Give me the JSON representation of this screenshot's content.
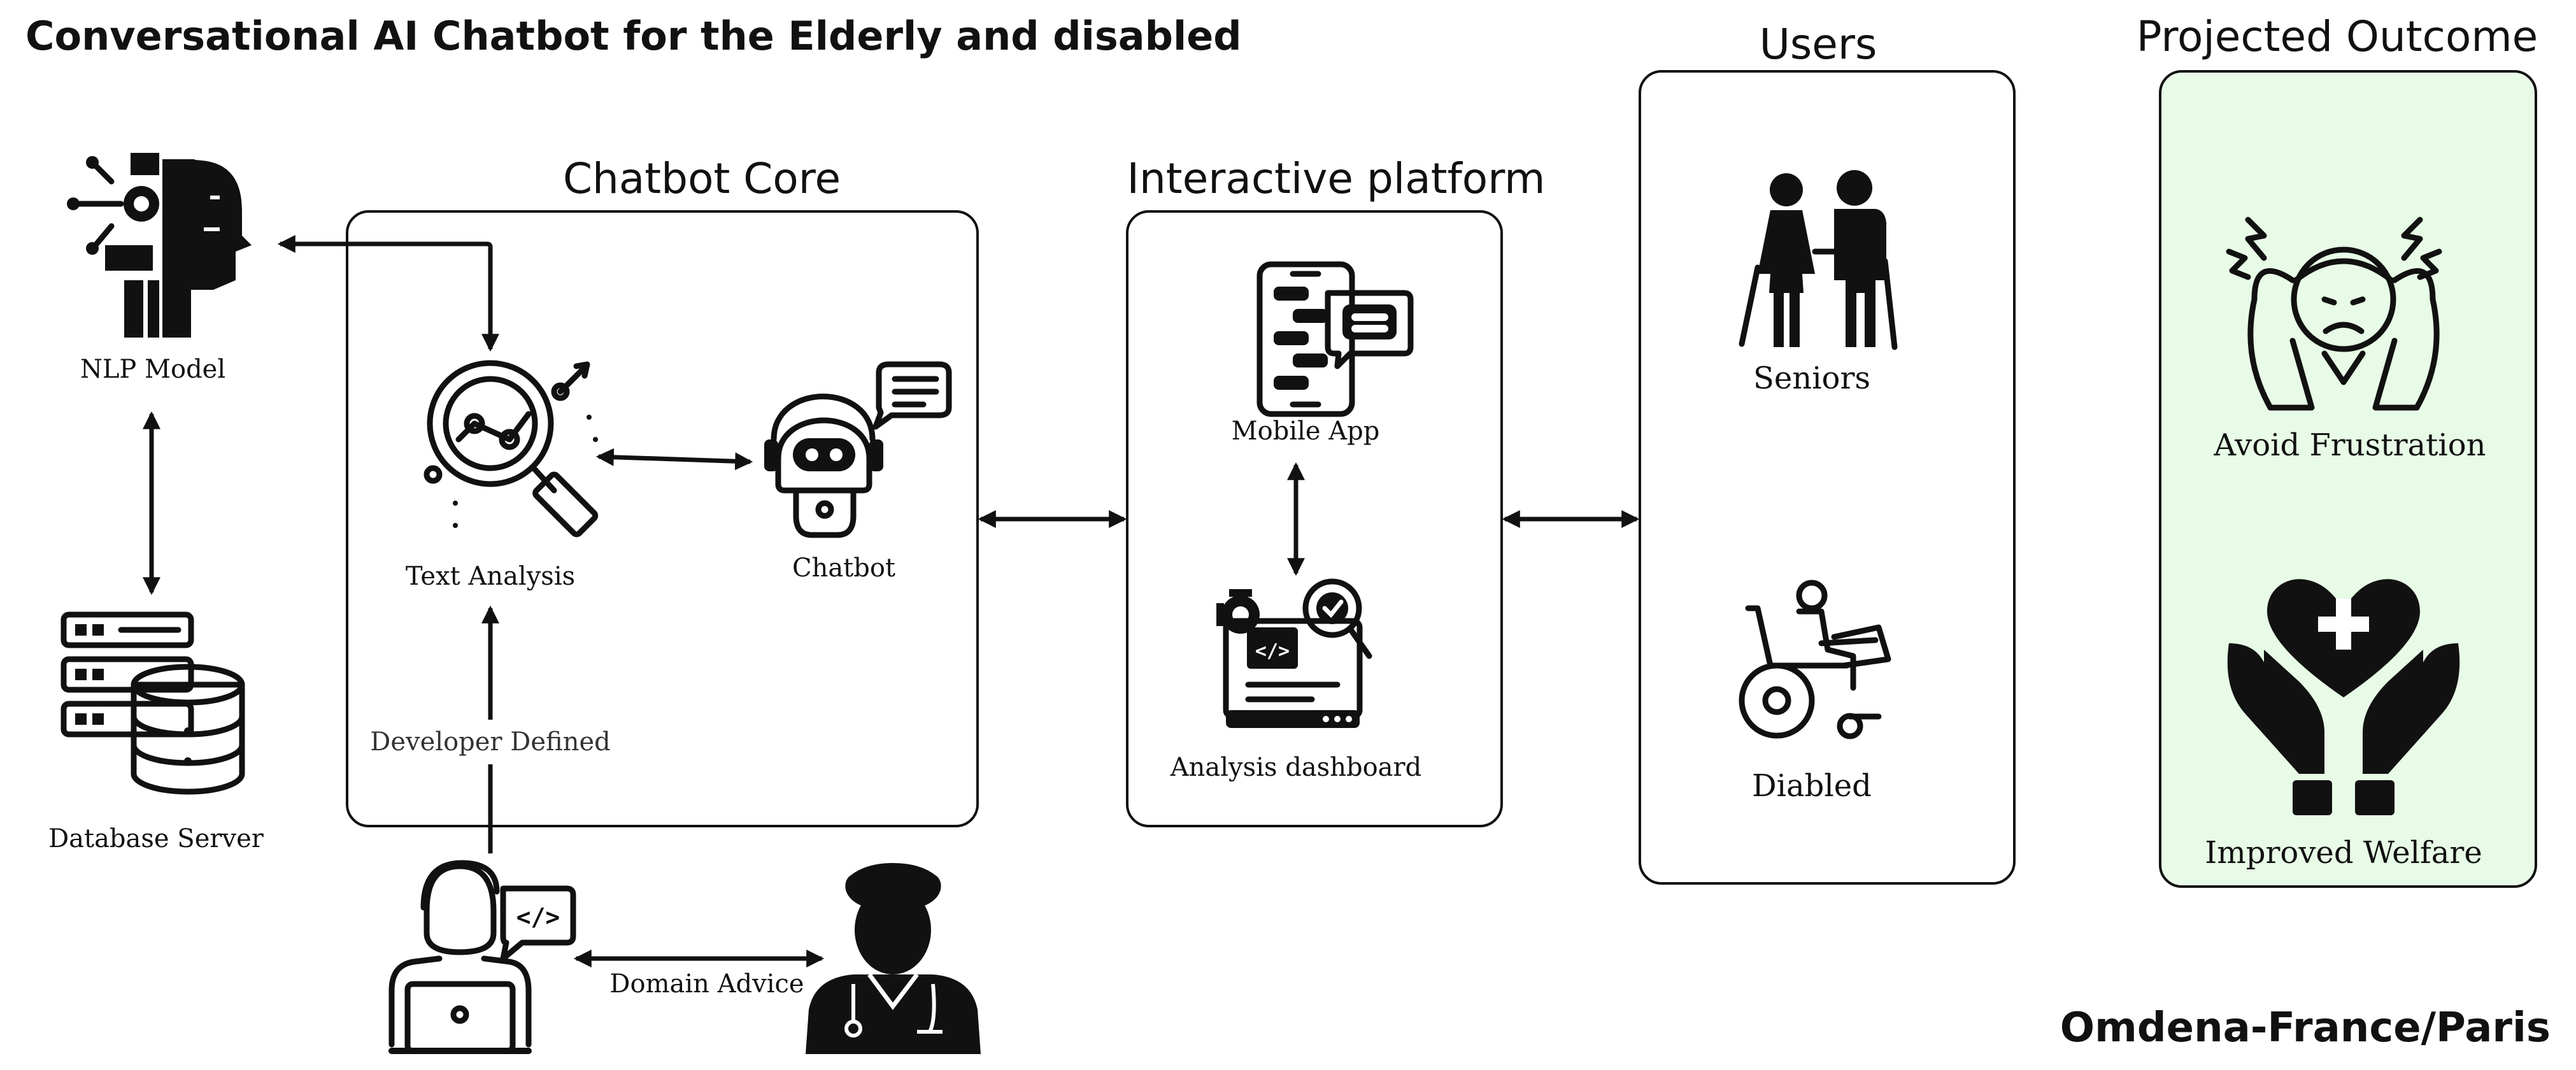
{
  "title": "Conversational AI Chatbot for the Elderly and disabled",
  "footer": "Omdena-France/Paris",
  "sections": {
    "core": "Chatbot Core",
    "platform": "Interactive platform",
    "users": "Users",
    "outcome": "Projected Outcome"
  },
  "nodes": {
    "nlp_model": "NLP Model",
    "database_server": "Database Server",
    "text_analysis": "Text Analysis",
    "chatbot": "Chatbot",
    "mobile_app": "Mobile App",
    "analysis_dashboard": "Analysis dashboard",
    "seniors": "Seniors",
    "disabled": "Diabled",
    "avoid_frustration": "Avoid Frustration",
    "improved_welfare": "Improved Welfare"
  },
  "edge_labels": {
    "developer_defined": "Developer Defined",
    "domain_advice": "Domain Advice"
  },
  "colors": {
    "outcome_fill": "#e8fbe6",
    "ink": "#111111"
  },
  "icons": {
    "nlp_model": "ai-head-gears-icon",
    "database_server": "database-server-icon",
    "text_analysis": "magnifier-chart-icon",
    "chatbot": "robot-headset-icon",
    "mobile_app": "phone-chat-icon",
    "analysis_dashboard": "laptop-code-gear-icon",
    "seniors": "elderly-couple-icon",
    "disabled": "wheelchair-laptop-icon",
    "avoid_frustration": "frustrated-person-icon",
    "improved_welfare": "hands-heart-icon",
    "developer": "developer-laptop-icon",
    "doctor": "doctor-stethoscope-icon"
  }
}
